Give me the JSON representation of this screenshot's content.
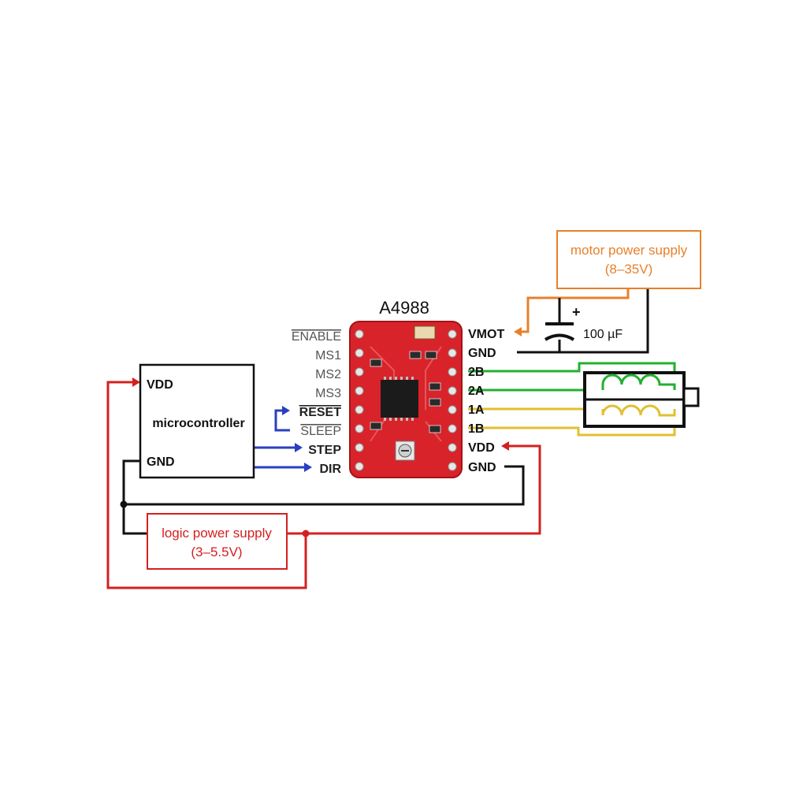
{
  "chip": {
    "title": "A4988",
    "left_pins": [
      "ENABLE",
      "MS1",
      "MS2",
      "MS3",
      "RESET",
      "SLEEP",
      "STEP",
      "DIR"
    ],
    "right_pins": [
      "VMOT",
      "GND",
      "2B",
      "2A",
      "1A",
      "1B",
      "VDD",
      "GND"
    ]
  },
  "microcontroller": {
    "vdd_label": "VDD",
    "name": "microcontroller",
    "gnd_label": "GND"
  },
  "motor_supply": {
    "line1": "motor power supply",
    "line2": "(8–35V)"
  },
  "logic_supply": {
    "line1": "logic power supply",
    "line2": "(3–5.5V)"
  },
  "capacitor": {
    "label": "100 µF",
    "polarity": "+"
  },
  "colors": {
    "power": "#d42020",
    "motor_power": "#e8802a",
    "ground": "#111111",
    "control": "#2a3fc0",
    "coil_b": "#22b030",
    "coil_a": "#e0c030",
    "board": "#d8232a"
  }
}
